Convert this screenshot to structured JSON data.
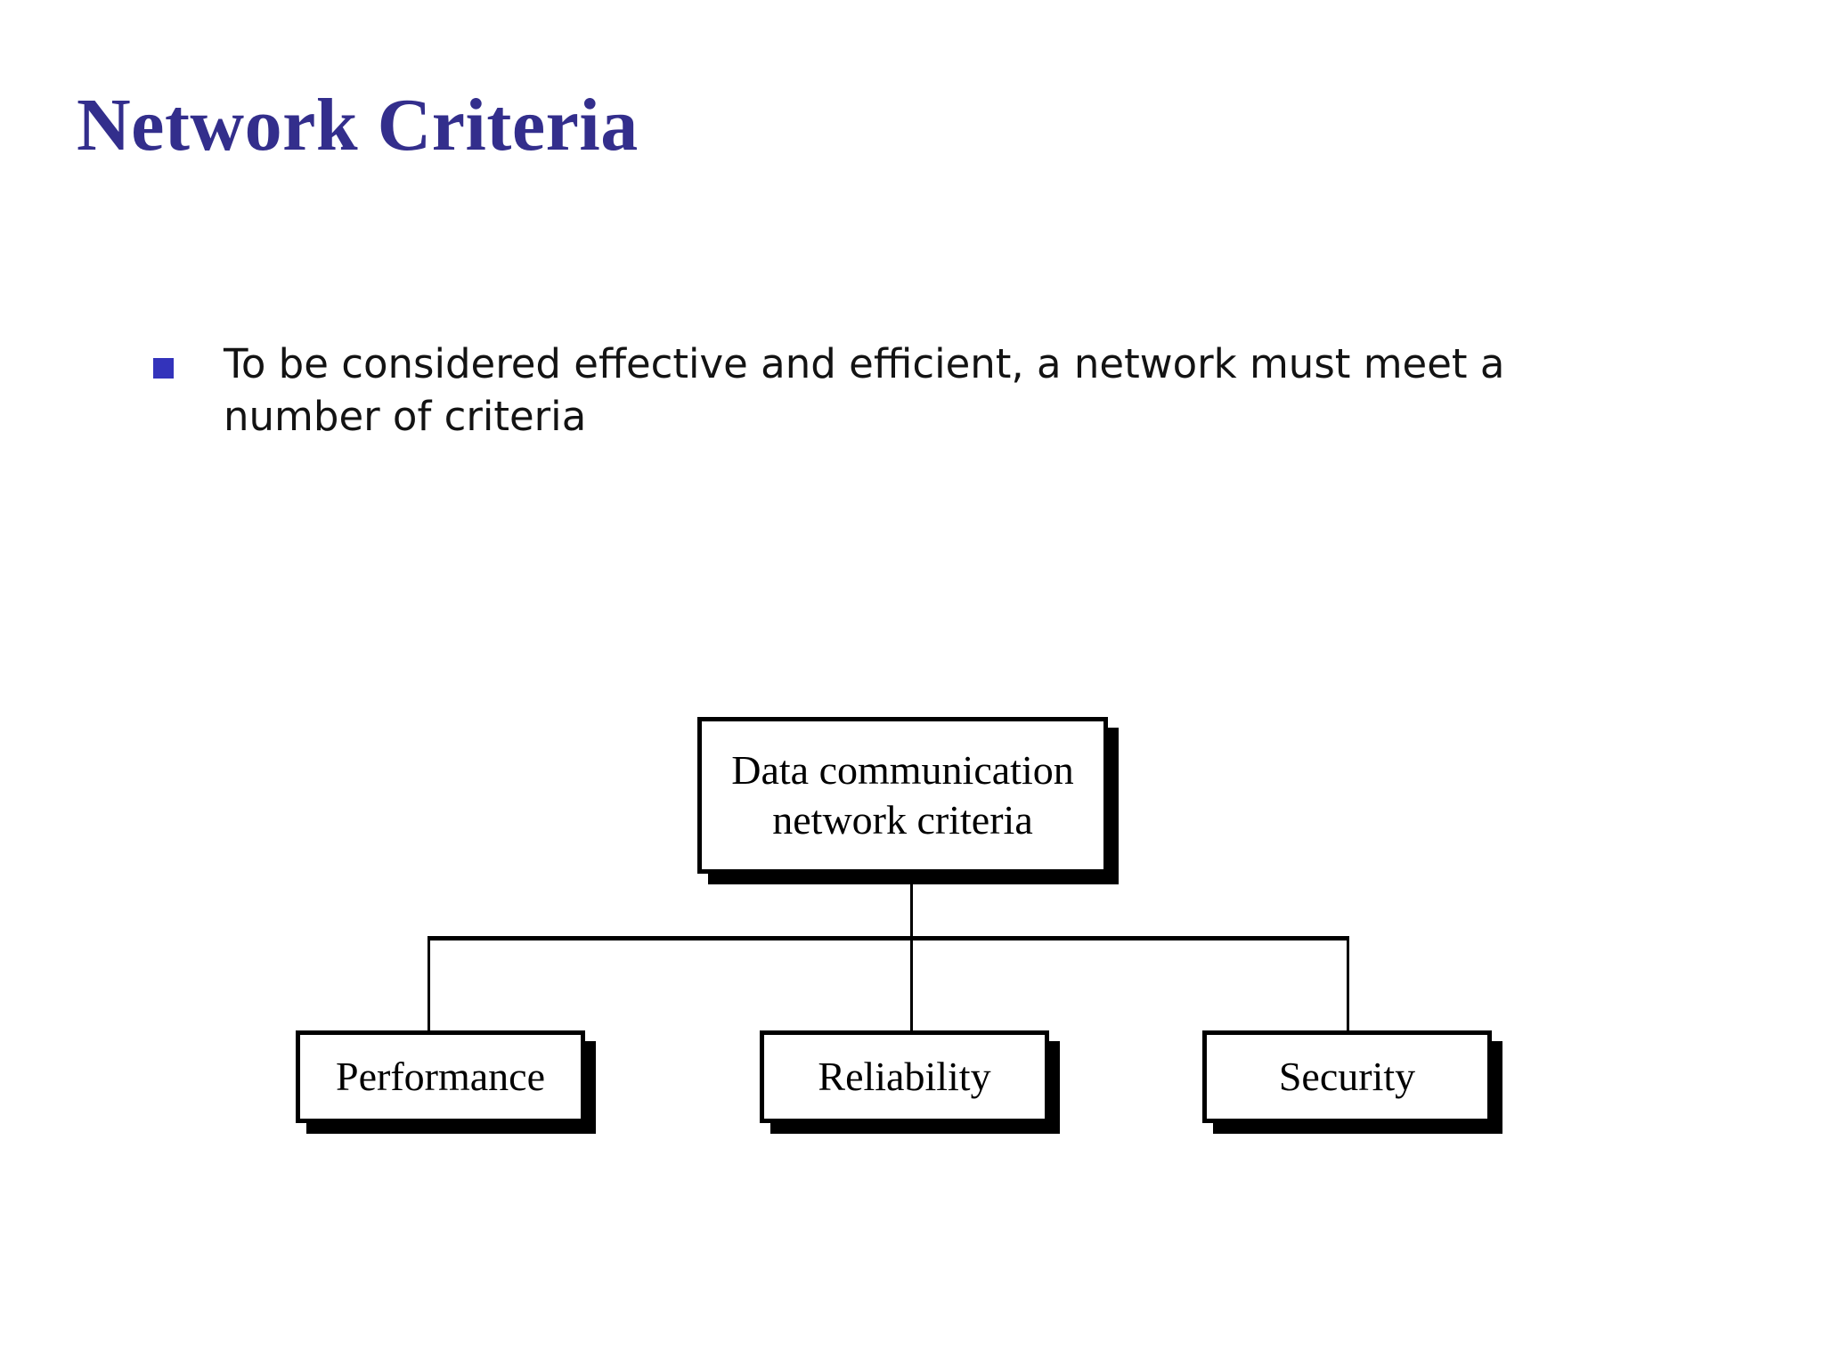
{
  "slide": {
    "title": "Network Criteria",
    "title_color": "#332e8c",
    "background_color": "#ffffff"
  },
  "body": {
    "bullets": [
      {
        "marker": "square-bullet",
        "marker_color": "#3333bb",
        "text": "To be considered effective and efficient, a network must meet a number of criteria"
      }
    ]
  },
  "diagram": {
    "type": "tree",
    "orientation": "top-down",
    "node_style": {
      "border_color": "#000000",
      "fill_color": "#ffffff",
      "shadow_color": "#000000",
      "text_color": "#000000"
    },
    "root": {
      "id": "root",
      "label": "Data communication network criteria",
      "line1": "Data communication",
      "line2": "network criteria"
    },
    "children": [
      {
        "id": "performance",
        "label": "Performance"
      },
      {
        "id": "reliability",
        "label": "Reliability"
      },
      {
        "id": "security",
        "label": "Security"
      }
    ],
    "edges": [
      {
        "from": "root",
        "to": "performance"
      },
      {
        "from": "root",
        "to": "reliability"
      },
      {
        "from": "root",
        "to": "security"
      }
    ]
  }
}
